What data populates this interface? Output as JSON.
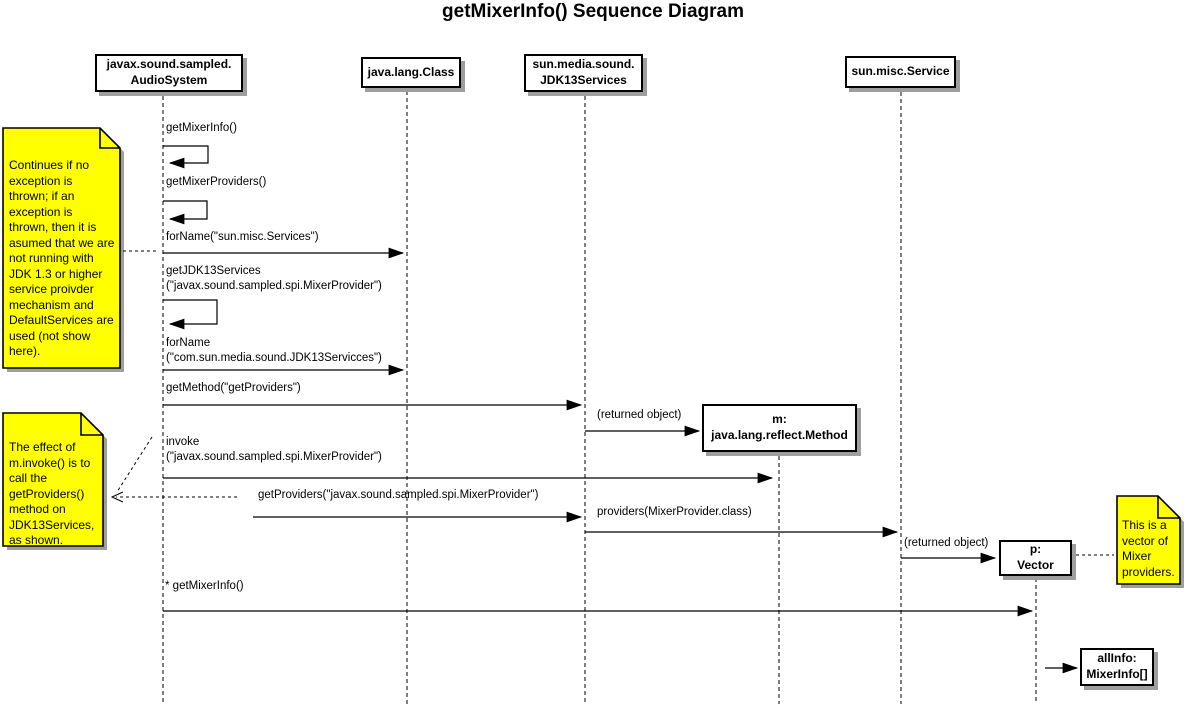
{
  "title": "getMixerInfo() Sequence Diagram",
  "colors": {
    "background": "#ffffff",
    "note_fill": "#ffff00",
    "shadow": "#9e9e9e",
    "line": "#000000"
  },
  "lifelines": [
    {
      "label": "javax.sound.sampled.\nAudioSystem"
    },
    {
      "label": "java.lang.Class"
    },
    {
      "label": "sun.media.sound.\nJDK13Services"
    },
    {
      "label": "sun.misc.Service"
    }
  ],
  "objects": [
    {
      "label": "m:\njava.lang.reflect.Method"
    },
    {
      "label": "p:\nVector"
    },
    {
      "label": "allInfo:\nMixerInfo[]"
    }
  ],
  "messages": [
    {
      "text": "getMixerInfo()"
    },
    {
      "text": "getMixerProviders()"
    },
    {
      "text": "forName(\"sun.misc.Services\")"
    },
    {
      "text": "getJDK13Services\n(\"javax.sound.sampled.spi.MixerProvider\")"
    },
    {
      "text": "forName\n(\"com.sun.media.sound.JDK13Servicces\")"
    },
    {
      "text": "getMethod(\"getProviders\")"
    },
    {
      "text": "(returned object)"
    },
    {
      "text": "invoke\n(\"javax.sound.sampled.spi.MixerProvider\")"
    },
    {
      "text": "getProviders(\"javax.sound.sampled.spi.MixerProvider\")"
    },
    {
      "text": "providers(MixerProvider.class)"
    },
    {
      "text": "(returned object)"
    },
    {
      "text": "* getMixerInfo()"
    }
  ],
  "notes": [
    {
      "text": "Continues if no exception is thrown; if an exception is thrown, then it is asumed that we are not running with JDK 1.3 or higher service proivder mechanism and DefaultServices are used (not show here)."
    },
    {
      "text": "The effect of m.invoke() is to call the getProviders() method on JDK13Services, as shown."
    },
    {
      "text": "This is a vector of Mixer providers."
    }
  ]
}
